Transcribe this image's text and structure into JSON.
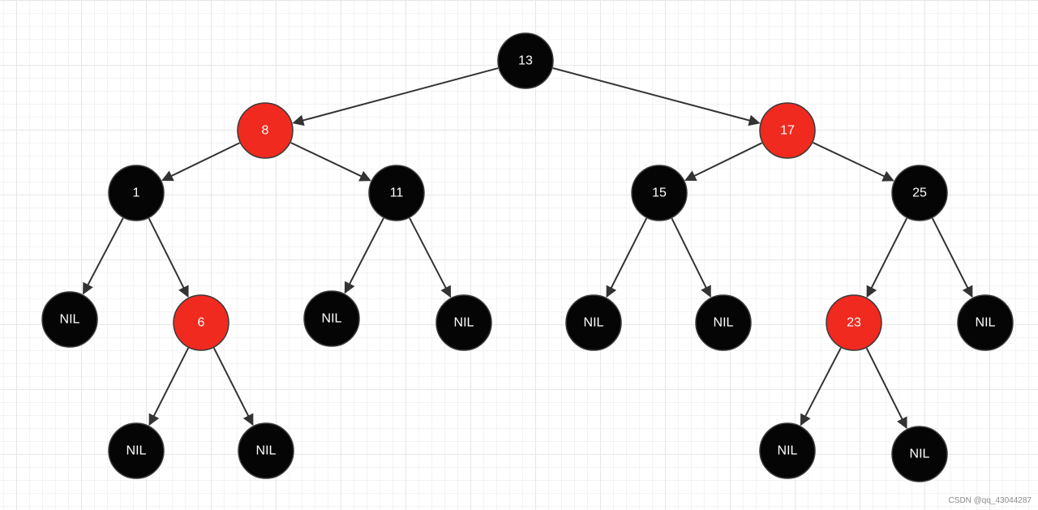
{
  "colors": {
    "black": "#050505",
    "red": "#f02a1e",
    "edge": "#333333",
    "stroke": "#3a3a3a"
  },
  "nodes": [
    {
      "id": "n13",
      "label": "13",
      "color": "black"
    },
    {
      "id": "n8",
      "label": "8",
      "color": "red"
    },
    {
      "id": "n17",
      "label": "17",
      "color": "red"
    },
    {
      "id": "n1",
      "label": "1",
      "color": "black"
    },
    {
      "id": "n11",
      "label": "11",
      "color": "black"
    },
    {
      "id": "n15",
      "label": "15",
      "color": "black"
    },
    {
      "id": "n25",
      "label": "25",
      "color": "black"
    },
    {
      "id": "nil1",
      "label": "NIL",
      "color": "black"
    },
    {
      "id": "n6",
      "label": "6",
      "color": "red"
    },
    {
      "id": "nil2",
      "label": "NIL",
      "color": "black"
    },
    {
      "id": "nil3",
      "label": "NIL",
      "color": "black"
    },
    {
      "id": "nil4",
      "label": "NIL",
      "color": "black"
    },
    {
      "id": "nil5",
      "label": "NIL",
      "color": "black"
    },
    {
      "id": "n23",
      "label": "23",
      "color": "red"
    },
    {
      "id": "nil6",
      "label": "NIL",
      "color": "black"
    },
    {
      "id": "nil7",
      "label": "NIL",
      "color": "black"
    },
    {
      "id": "nil8",
      "label": "NIL",
      "color": "black"
    },
    {
      "id": "nil9",
      "label": "NIL",
      "color": "black"
    },
    {
      "id": "nil10",
      "label": "NIL",
      "color": "black"
    }
  ],
  "edges": [
    [
      "n13",
      "n8"
    ],
    [
      "n13",
      "n17"
    ],
    [
      "n8",
      "n1"
    ],
    [
      "n8",
      "n11"
    ],
    [
      "n17",
      "n15"
    ],
    [
      "n17",
      "n25"
    ],
    [
      "n1",
      "nil1"
    ],
    [
      "n1",
      "n6"
    ],
    [
      "n11",
      "nil2"
    ],
    [
      "n11",
      "nil3"
    ],
    [
      "n15",
      "nil4"
    ],
    [
      "n15",
      "nil5"
    ],
    [
      "n25",
      "n23"
    ],
    [
      "n25",
      "nil6"
    ],
    [
      "n6",
      "nil7"
    ],
    [
      "n6",
      "nil8"
    ],
    [
      "n23",
      "nil9"
    ],
    [
      "n23",
      "nil10"
    ]
  ],
  "watermark": "CSDN @qq_43044287"
}
